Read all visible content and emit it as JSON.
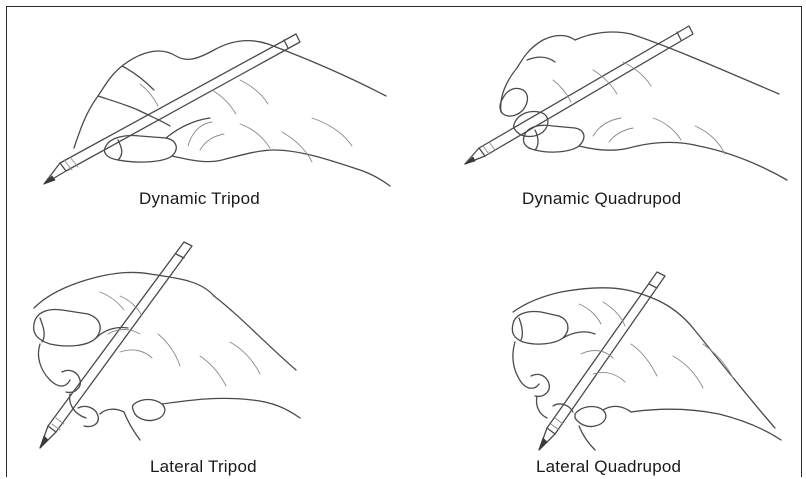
{
  "grips": [
    {
      "id": "tl",
      "caption": "Dynamic Tripod"
    },
    {
      "id": "tr",
      "caption": "Dynamic Quadrupod"
    },
    {
      "id": "bl",
      "caption": "Lateral Tripod"
    },
    {
      "id": "br",
      "caption": "Lateral Quadrupod"
    }
  ]
}
